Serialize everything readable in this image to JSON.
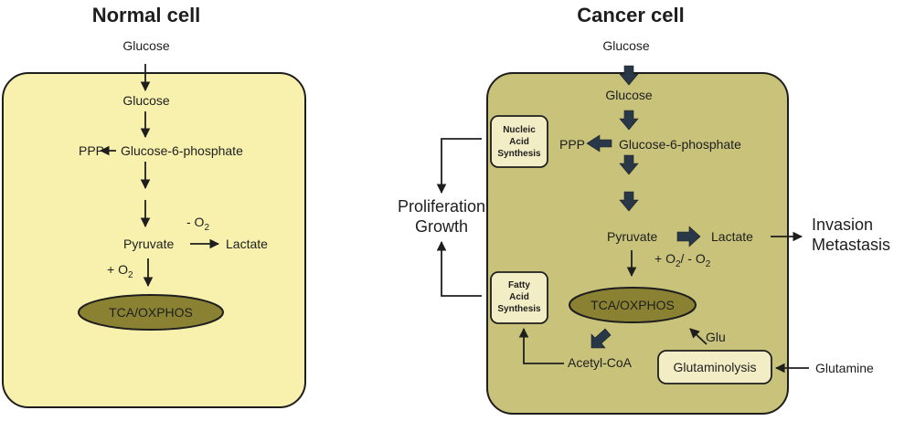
{
  "normal_cell": {
    "title": "Normal cell",
    "glucose_outside": "Glucose",
    "glucose_inside": "Glucose",
    "ppp": "PPP",
    "g6p": "Glucose-6-phosphate",
    "pyruvate": "Pyruvate",
    "lactate": "Lactate",
    "minus_o2_prefix": "- O",
    "plus_o2_prefix": "+ O",
    "o2_subscript": "2",
    "tca": "TCA/OXPHOS"
  },
  "cancer_cell": {
    "title": "Cancer cell",
    "glucose_outside": "Glucose",
    "glucose_inside": "Glucose",
    "ppp": "PPP",
    "g6p": "Glucose-6-phosphate",
    "pyruvate": "Pyruvate",
    "lactate": "Lactate",
    "o2_label_plus": "+ O",
    "o2_label_sep": "/ - O",
    "o2_subscript": "2",
    "tca": "TCA/OXPHOS",
    "acetyl_coa": "Acetyl-CoA",
    "glu": "Glu",
    "glutaminolysis": "Glutaminolysis",
    "glutamine": "Glutamine",
    "nucleic_box": [
      "Nucleic",
      "Acid",
      "Synthesis"
    ],
    "fatty_box": [
      "Fatty",
      "Acid",
      "Synthesis"
    ],
    "proliferation": [
      "Proliferation",
      "Growth"
    ],
    "invasion": [
      "Invasion",
      "Metastasis"
    ]
  },
  "colors": {
    "normal_fill": "#f8f1ae",
    "cancer_fill": "#c8c27a",
    "tca_fill": "#8a8232",
    "box_fill": "#f3edc6",
    "thick_arrow": "#283848",
    "line": "#1e1e1e"
  }
}
